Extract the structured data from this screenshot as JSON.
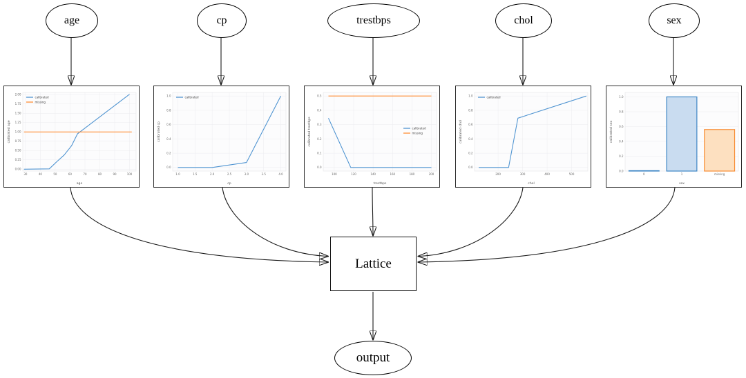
{
  "diagram": {
    "nodes": [
      {
        "id": "age",
        "label": "age"
      },
      {
        "id": "cp",
        "label": "cp"
      },
      {
        "id": "trestbps",
        "label": "trestbps"
      },
      {
        "id": "chol",
        "label": "chol"
      },
      {
        "id": "sex",
        "label": "sex"
      }
    ],
    "lattice_label": "Lattice",
    "output_label": "output"
  },
  "colors": {
    "calibrated_line": "#4f94d1",
    "missing_line": "#ff8c33",
    "bar_blue_fill": "#c9dcf0",
    "bar_blue_stroke": "#3c85c4",
    "bar_orange_fill": "#fde0c0",
    "bar_orange_stroke": "#f78b31",
    "edge_color": "#1a1a1a"
  },
  "chart_data": [
    {
      "type": "line",
      "feature": "age",
      "xlabel": "age",
      "ylabel": "calibrated age",
      "xlim": [
        28.2,
        104.4
      ],
      "ylim": [
        -0.05,
        2.06
      ],
      "xticks": {
        "values": [
          30,
          40,
          50,
          60,
          70,
          80,
          90,
          100
        ],
        "labels": [
          "30",
          "40",
          "50",
          "60",
          "70",
          "80",
          "90",
          "100"
        ]
      },
      "yticks": {
        "values": [
          0,
          0.25,
          0.5,
          0.75,
          1,
          1.25,
          1.5,
          1.75,
          2
        ],
        "labels": [
          "0.00",
          "0.25",
          "0.50",
          "0.75",
          "1.00",
          "1.25",
          "1.50",
          "1.75",
          "2.00"
        ]
      },
      "series": [
        {
          "name": "calibrated",
          "color": "#4f94d1",
          "points": [
            [
              29,
              0
            ],
            [
              46,
              0.01
            ],
            [
              51,
              0.2
            ],
            [
              56,
              0.38
            ],
            [
              61,
              0.63
            ],
            [
              65,
              0.95
            ],
            [
              100,
              2.01
            ]
          ]
        },
        {
          "name": "missing",
          "color": "#ff8c33",
          "points": [
            [
              29,
              1.0
            ],
            [
              101.5,
              1.0
            ]
          ]
        }
      ],
      "legend": {
        "position": "top-left",
        "entries": [
          "calibrated",
          "missing"
        ]
      }
    },
    {
      "type": "line",
      "feature": "cp",
      "xlabel": "cp",
      "ylabel": "calibrated cp",
      "xlim": [
        0.85,
        4.15
      ],
      "ylim": [
        -0.05,
        1.05
      ],
      "xticks": {
        "values": [
          1,
          1.5,
          2,
          2.5,
          3,
          3.5,
          4
        ],
        "labels": [
          "1.0",
          "1.5",
          "2.0",
          "2.5",
          "3.0",
          "3.5",
          "4.0"
        ]
      },
      "yticks": {
        "values": [
          0,
          0.2,
          0.4,
          0.6,
          0.8,
          1
        ],
        "labels": [
          "0.0",
          "0.2",
          "0.4",
          "0.6",
          "0.8",
          "1.0"
        ]
      },
      "series": [
        {
          "name": "calibrated",
          "color": "#4f94d1",
          "points": [
            [
              1,
              0
            ],
            [
              2,
              0
            ],
            [
              3,
              0.07
            ],
            [
              4,
              1.0
            ]
          ]
        }
      ],
      "legend": {
        "position": "top-left",
        "entries": [
          "calibrated"
        ]
      }
    },
    {
      "type": "line",
      "feature": "trestbps",
      "xlabel": "trestbps",
      "ylabel": "calibrated trestbps",
      "xlim": [
        88.7,
        205.3
      ],
      "ylim": [
        -0.025,
        0.525
      ],
      "xticks": {
        "values": [
          100,
          120,
          140,
          160,
          180,
          200
        ],
        "labels": [
          "100",
          "120",
          "140",
          "160",
          "180",
          "200"
        ]
      },
      "yticks": {
        "values": [
          0,
          0.1,
          0.2,
          0.3,
          0.4,
          0.5
        ],
        "labels": [
          "0.0",
          "0.1",
          "0.2",
          "0.3",
          "0.4",
          "0.5"
        ]
      },
      "series": [
        {
          "name": "calibrated",
          "color": "#4f94d1",
          "points": [
            [
              94,
              0.345
            ],
            [
              117,
              0
            ],
            [
              200,
              0
            ]
          ]
        },
        {
          "name": "missing",
          "color": "#ff8c33",
          "points": [
            [
              94,
              0.5
            ],
            [
              200,
              0.5
            ]
          ]
        }
      ],
      "legend": {
        "position": "mid-right",
        "entries": [
          "calibrated",
          "missing"
        ]
      }
    },
    {
      "type": "line",
      "feature": "chol",
      "xlabel": "chol",
      "ylabel": "calibrated chol",
      "xlim": [
        104,
        566
      ],
      "ylim": [
        -0.05,
        1.05
      ],
      "xticks": {
        "values": [
          200,
          300,
          400,
          500
        ],
        "labels": [
          "200",
          "300",
          "400",
          "500"
        ]
      },
      "yticks": {
        "values": [
          0,
          0.2,
          0.4,
          0.6,
          0.8,
          1
        ],
        "labels": [
          "0.0",
          "0.2",
          "0.4",
          "0.6",
          "0.8",
          "1.0"
        ]
      },
      "series": [
        {
          "name": "calibrated",
          "color": "#4f94d1",
          "points": [
            [
              121,
              0
            ],
            [
              243,
              0
            ],
            [
              281,
              0.69
            ],
            [
              560,
              1.0
            ]
          ]
        }
      ],
      "legend": {
        "position": "top-left",
        "entries": [
          "calibrated"
        ]
      }
    },
    {
      "type": "bar",
      "feature": "sex",
      "xlabel": "sex",
      "ylabel": "calibrated sex",
      "ylim": [
        0,
        1.06
      ],
      "yticks": {
        "values": [
          0,
          0.2,
          0.4,
          0.6,
          0.8,
          1
        ],
        "labels": [
          "0.0",
          "0.2",
          "0.4",
          "0.6",
          "0.8",
          "1.0"
        ]
      },
      "categories": [
        "0",
        "1",
        "missing"
      ],
      "values": [
        0.005,
        1.0,
        0.56
      ],
      "bar_fills": [
        "#c9dcf0",
        "#c9dcf0",
        "#fde0c0"
      ],
      "bar_strokes": [
        "#3c85c4",
        "#3c85c4",
        "#f78b31"
      ]
    }
  ]
}
